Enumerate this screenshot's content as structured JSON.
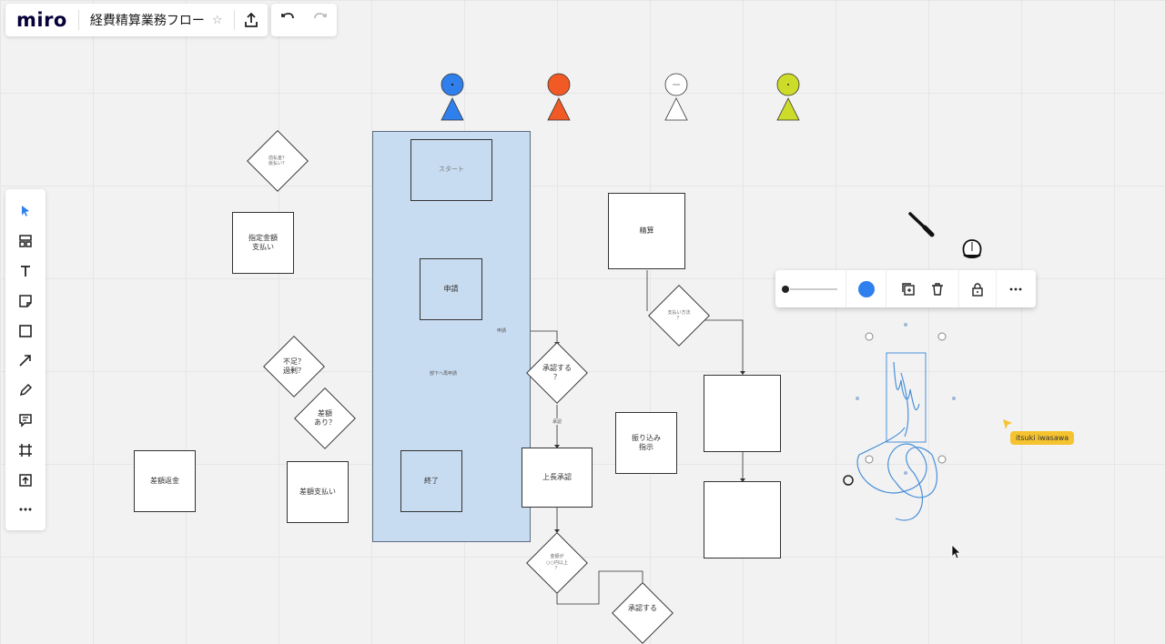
{
  "app": {
    "logo": "miro",
    "board_title": "経費精算業務フロー"
  },
  "colors": {
    "accent": "#2f80ed",
    "lane": "#c8dcf1",
    "person_blue": "#2f80ed",
    "person_orange": "#f15a24",
    "person_white": "#ffffff",
    "person_yellow": "#cddc29",
    "cursor_tag": "#f5c330",
    "doodle": "#4a90d9"
  },
  "toolbar": {
    "icons": [
      "select-icon",
      "templates-icon",
      "text-icon",
      "sticky-note-icon",
      "shape-icon",
      "arrow-icon",
      "pen-icon",
      "comment-icon",
      "frame-icon",
      "upload-icon",
      "more-icon"
    ]
  },
  "flow": {
    "start": "スタート",
    "apply": "申請",
    "end": "終了",
    "approve_q_line1": "承認する",
    "approve_q_line2": "？",
    "boss": "上長承認",
    "transfer_line1": "振り込み",
    "transfer_line2": "指示",
    "settle": "精算",
    "designated_line1": "指定金額",
    "designated_line2": "支払い",
    "shortage_line1": "不足？",
    "shortage_line2": "過剰？",
    "diff_line1": "差額",
    "diff_line2": "あり？",
    "diff_pay": "差額支払い",
    "diff_return": "差額返金",
    "advance_line1": "前払金？",
    "advance_line2": "仮払い？",
    "pay_method_line1": "支払い方法",
    "pay_method_line2": "？",
    "amount_line1": "金額が",
    "amount_line2": "○○円以上",
    "amount_line3": "？",
    "approve_bottom": "承認する",
    "edge_apply": "申請",
    "edge_reject": "部下へ再申請",
    "edge_approved": "承認"
  },
  "context_menu": {
    "icons": [
      "stroke-width-icon",
      "color-swatch-icon",
      "duplicate-icon",
      "delete-icon",
      "lock-icon",
      "more-icon"
    ]
  },
  "cursor": {
    "user": "itsuki iwasawa"
  }
}
